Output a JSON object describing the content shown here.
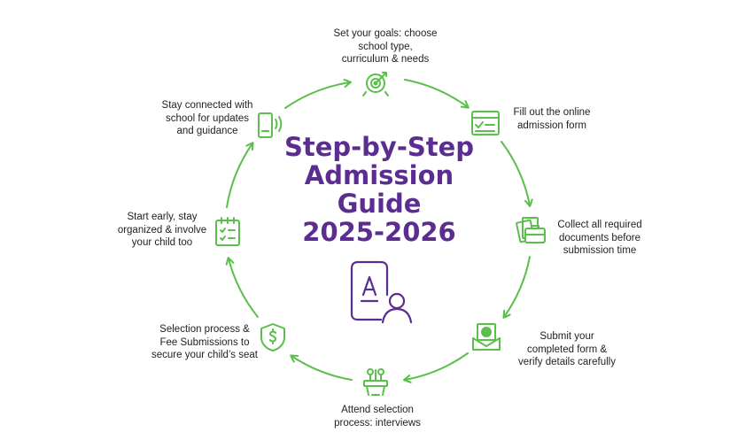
{
  "title": "Step-by-Step\nAdmission\nGuide\n2025-2026",
  "colors": {
    "accent": "#5bbf4b",
    "title": "#5b2d90"
  },
  "steps": [
    {
      "text": "Set your goals: choose\nschool type,\ncurriculum & needs",
      "icon": "target-icon"
    },
    {
      "text": "Fill out the online\nadmission form",
      "icon": "online-form-icon"
    },
    {
      "text": "Collect all required\ndocuments before\nsubmission time",
      "icon": "documents-icon"
    },
    {
      "text": "Submit your\ncompleted form &\nverify details carefully",
      "icon": "envelope-icon"
    },
    {
      "text": "Attend selection\nprocess: interviews",
      "icon": "interview-icon"
    },
    {
      "text": "Selection process  &\nFee Submissions to\nsecure your child’s seat",
      "icon": "dollar-shield-icon"
    },
    {
      "text": "Start early, stay\norganized & involve\nyour child too",
      "icon": "checklist-icon"
    },
    {
      "text": "Stay connected with\nschool for updates\nand guidance",
      "icon": "phone-signal-icon"
    }
  ],
  "center_icon": "admission-profile-icon"
}
